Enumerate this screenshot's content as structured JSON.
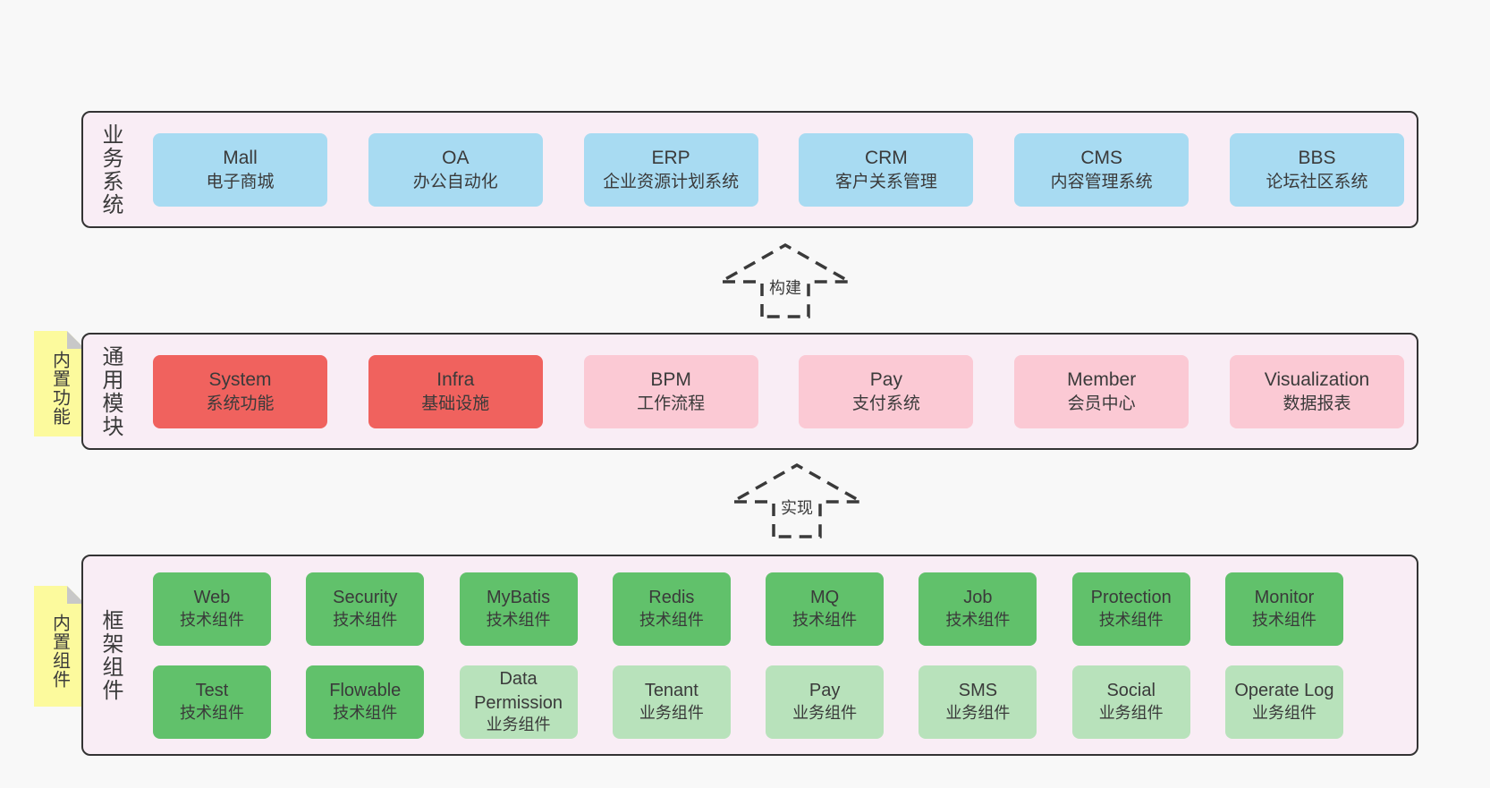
{
  "colors": {
    "page_bg": "#f8f8f8",
    "panel_bg": "#f9edf5",
    "panel_border": "#333333",
    "blue": "#a8dbf2",
    "red": "#f0625e",
    "pink": "#fbc9d4",
    "green": "#61c16b",
    "green_light": "#b8e2bb",
    "tag_yellow": "#fcfa9d",
    "tag_fold": "#c8c8c8",
    "text": "#3a3a3a"
  },
  "sections": {
    "business": {
      "label": "业务系统",
      "boxes": [
        {
          "title": "Mall",
          "subtitle": "电子商城",
          "color": "blue"
        },
        {
          "title": "OA",
          "subtitle": "办公自动化",
          "color": "blue"
        },
        {
          "title": "ERP",
          "subtitle": "企业资源计划系统",
          "color": "blue"
        },
        {
          "title": "CRM",
          "subtitle": "客户关系管理",
          "color": "blue"
        },
        {
          "title": "CMS",
          "subtitle": "内容管理系统",
          "color": "blue"
        },
        {
          "title": "BBS",
          "subtitle": "论坛社区系统",
          "color": "blue"
        }
      ]
    },
    "modules": {
      "label": "通用模块",
      "tag": "内置功能",
      "boxes": [
        {
          "title": "System",
          "subtitle": "系统功能",
          "color": "red"
        },
        {
          "title": "Infra",
          "subtitle": "基础设施",
          "color": "red"
        },
        {
          "title": "BPM",
          "subtitle": "工作流程",
          "color": "pink"
        },
        {
          "title": "Pay",
          "subtitle": "支付系统",
          "color": "pink"
        },
        {
          "title": "Member",
          "subtitle": "会员中心",
          "color": "pink"
        },
        {
          "title": "Visualization",
          "subtitle": "数据报表",
          "color": "pink"
        }
      ]
    },
    "framework": {
      "label": "框架组件",
      "tag": "内置组件",
      "rows": [
        [
          {
            "title": "Web",
            "subtitle": "技术组件",
            "color": "green"
          },
          {
            "title": "Security",
            "subtitle": "技术组件",
            "color": "green"
          },
          {
            "title": "MyBatis",
            "subtitle": "技术组件",
            "color": "green"
          },
          {
            "title": "Redis",
            "subtitle": "技术组件",
            "color": "green"
          },
          {
            "title": "MQ",
            "subtitle": "技术组件",
            "color": "green"
          },
          {
            "title": "Job",
            "subtitle": "技术组件",
            "color": "green"
          },
          {
            "title": "Protection",
            "subtitle": "技术组件",
            "color": "green"
          },
          {
            "title": "Monitor",
            "subtitle": "技术组件",
            "color": "green"
          }
        ],
        [
          {
            "title": "Test",
            "subtitle": "技术组件",
            "color": "green"
          },
          {
            "title": "Flowable",
            "subtitle": "技术组件",
            "color": "green"
          },
          {
            "title": "Data Permission",
            "subtitle": "业务组件",
            "color": "green_light"
          },
          {
            "title": "Tenant",
            "subtitle": "业务组件",
            "color": "green_light"
          },
          {
            "title": "Pay",
            "subtitle": "业务组件",
            "color": "green_light"
          },
          {
            "title": "SMS",
            "subtitle": "业务组件",
            "color": "green_light"
          },
          {
            "title": "Social",
            "subtitle": "业务组件",
            "color": "green_light"
          },
          {
            "title": "Operate Log",
            "subtitle": "业务组件",
            "color": "green_light"
          }
        ]
      ]
    }
  },
  "arrows": {
    "build": "构建",
    "implement": "实现"
  }
}
